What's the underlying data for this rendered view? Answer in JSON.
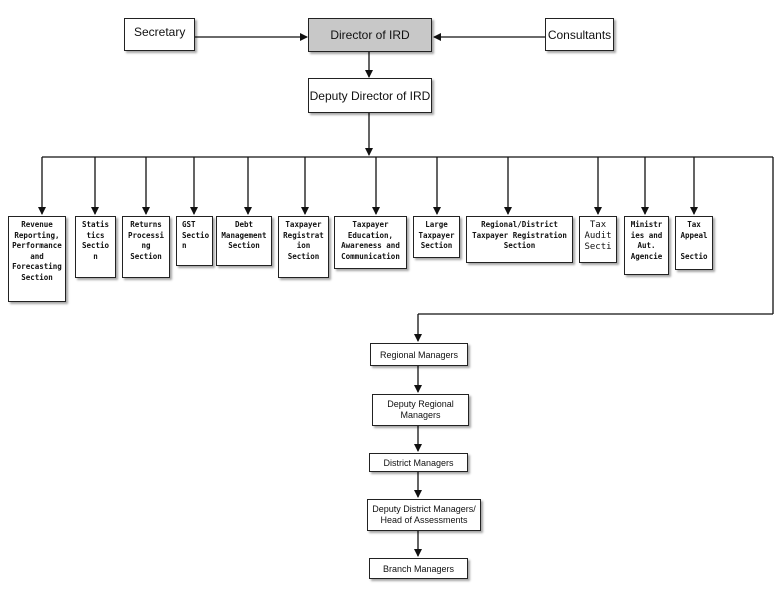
{
  "top": {
    "secretary": "Secretary",
    "director": "Director of IRD",
    "consultants": "Consultants",
    "deputy_director": "Deputy Director of IRD"
  },
  "sections": [
    "Revenue\nReporting,\nPerformance\nand\nForecasting\nSection",
    "Statis\ntics\nSectio\nn",
    "Returns\nProcessi\nng\nSection",
    "GST\nSectio\nn",
    "Debt\nManagement\nSection",
    "Taxpayer\nRegistrat\nion\nSection",
    "Taxpayer\nEducation,\nAwareness and\nCommunication",
    "Large\nTaxpayer\nSection",
    "Regional/District\nTaxpayer Registration\nSection",
    "Tax\nAudit\nSecti",
    "Ministr\nies and\nAut.\nAgencie",
    "Tax\nAppeal\n\nSectio"
  ],
  "field": {
    "regional_managers": "Regional Managers",
    "deputy_regional_managers": "Deputy Regional\nManagers",
    "district_managers": "District Managers",
    "deputy_district_managers": "Deputy District Managers/\nHead of Assessments",
    "branch_managers": "Branch Managers"
  }
}
